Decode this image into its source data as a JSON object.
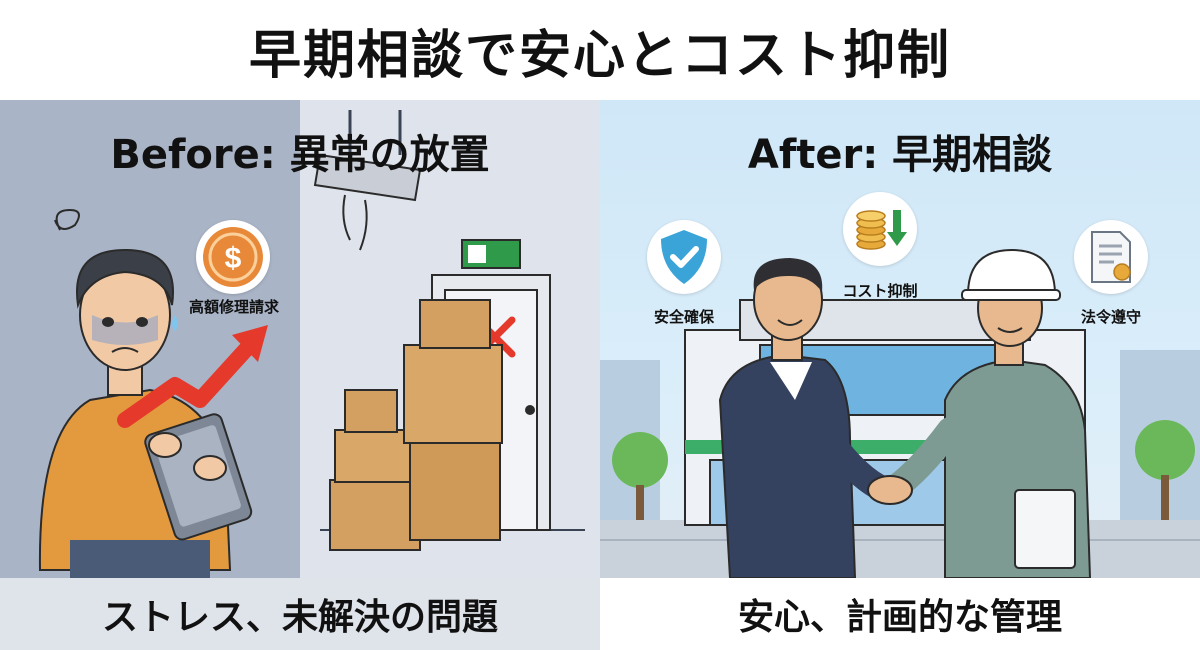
{
  "title": "早期相談で安心とコスト抑制",
  "before": {
    "heading": "Before: 異常の放置",
    "cost_label": "高額修理請求",
    "cost_icon": "dollar-coin-icon",
    "caption": "ストレス、未解決の問題"
  },
  "after": {
    "heading": "After: 早期相談",
    "icons": [
      {
        "label": "安全確保",
        "icon": "shield-check-icon"
      },
      {
        "label": "コスト抑制",
        "icon": "coin-stack-down-icon"
      },
      {
        "label": "法令遵守",
        "icon": "certificate-document-icon"
      }
    ],
    "caption": "安心、計画的な管理"
  },
  "colors": {
    "before_bg_dark": "#a9b4c6",
    "before_bg_light": "#dfe4ec",
    "after_sky": "#cfe7f7",
    "accent_red": "#e5392c",
    "accent_orange": "#e39a3f",
    "shield_blue": "#3aa4d8",
    "exit_green": "#2f9a4a",
    "building_green": "#3cae69"
  }
}
